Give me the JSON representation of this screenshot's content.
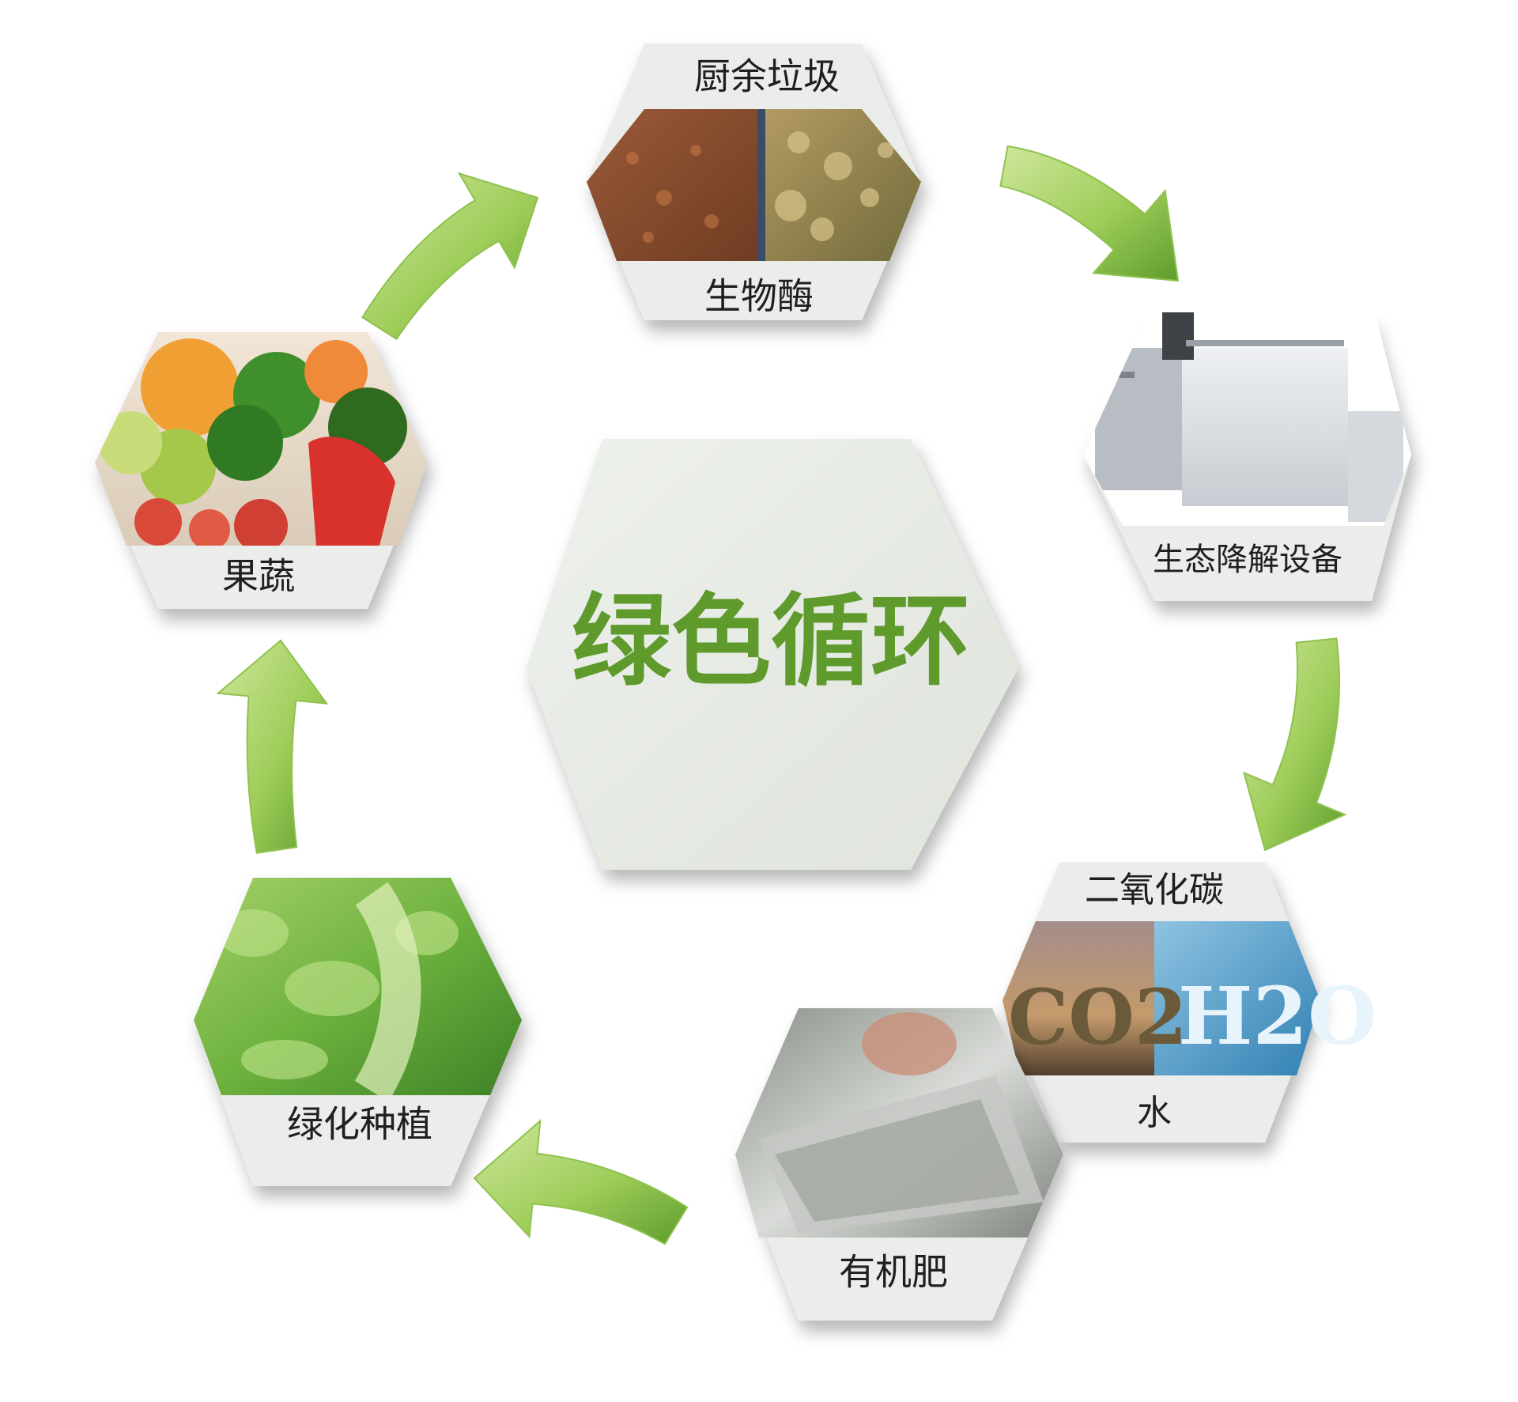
{
  "title": "绿色循环",
  "nodes": {
    "kitchen_waste": {
      "label_top": "厨余垃圾",
      "label_bottom": "生物酶"
    },
    "equipment": {
      "label": "生态降解设备"
    },
    "co2_water": {
      "label_top": "二氧化碳",
      "label_bottom": "水",
      "co2_symbol": "CO2",
      "h2o_symbol": "H2O"
    },
    "fertilizer": {
      "label": "有机肥"
    },
    "greening": {
      "label": "绿化种植"
    },
    "vegetables": {
      "label": "果蔬"
    }
  },
  "colors": {
    "arrow_light": "#b9dc7c",
    "arrow_dark": "#6faa33",
    "center_hex": "#e7ebe4",
    "center_text": "#5f9a2c",
    "label_band": "#eceeea"
  },
  "icons": [
    "cycle-arrow-icon"
  ]
}
